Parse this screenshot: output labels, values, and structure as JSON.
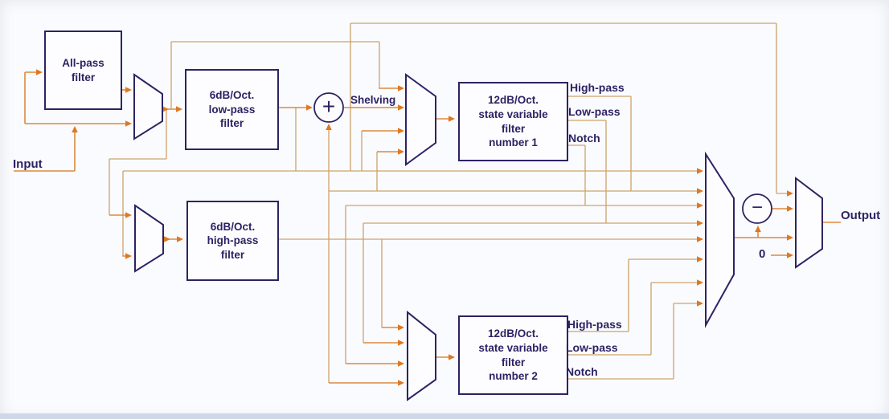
{
  "colors": {
    "wire": "#cda26a",
    "wire_hot": "#dd8a3e",
    "arrow": "#e07820",
    "outline": "#2e2263",
    "text": "#2e2263",
    "background": "#fafbfe",
    "footer_strip": "#cfd8e9"
  },
  "labels": {
    "input": "Input",
    "output": "Output",
    "shelving": "Shelving",
    "zero": "0",
    "sum_symbol": "+",
    "difference_symbol": "−"
  },
  "blocks": {
    "all_pass": {
      "label": "All-pass\nfilter"
    },
    "low_pass_6db": {
      "label": "6dB/Oct.\nlow-pass\nfilter"
    },
    "high_pass_6db": {
      "label": "6dB/Oct.\nhigh-pass\nfilter"
    },
    "svf1": {
      "label": "12dB/Oct.\nstate variable\nfilter\nnumber 1"
    },
    "svf2": {
      "label": "12dB/Oct.\nstate variable\nfilter\nnumber 2"
    }
  },
  "svf1_ports": [
    "High-pass",
    "Low-pass",
    "Notch"
  ],
  "svf2_ports": [
    "High-pass",
    "Low-pass",
    "Notch"
  ]
}
